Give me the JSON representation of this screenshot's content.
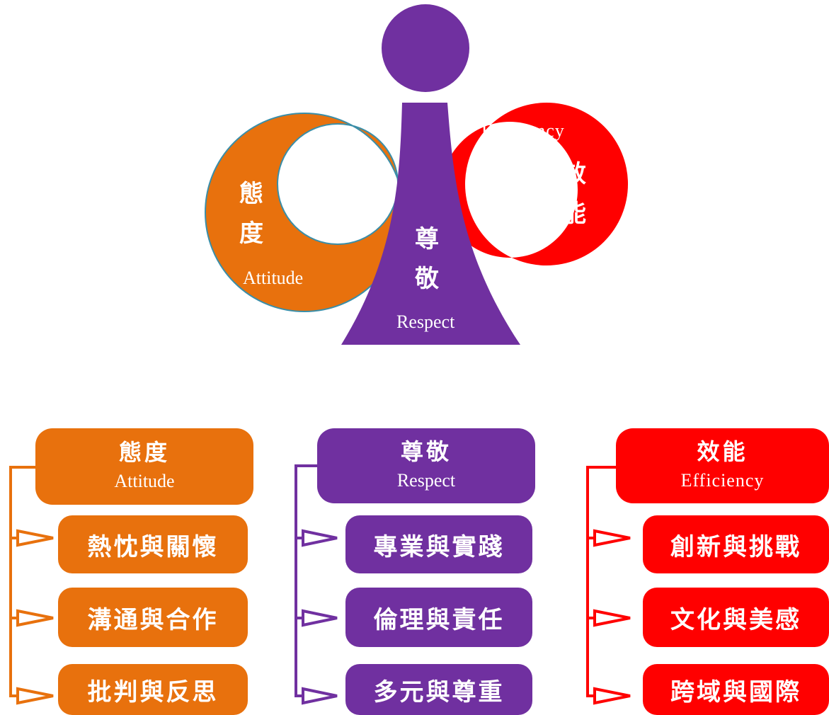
{
  "colors": {
    "attitude": "#e8710d",
    "respect": "#7030a0",
    "efficiency": "#ff0000",
    "outline": "#3a8ea8"
  },
  "logo": {
    "attitude": {
      "zh1": "態",
      "zh2": "度",
      "en": "Attitude"
    },
    "respect": {
      "zh1": "尊",
      "zh2": "敬",
      "en": "Respect"
    },
    "efficiency": {
      "zh1": "效",
      "zh2": "能",
      "en": "Efficiency"
    }
  },
  "columns": [
    {
      "key": "attitude",
      "title": "態度",
      "subtitle": "Attitude",
      "items": [
        "熱忱與關懷",
        "溝通與合作",
        "批判與反思"
      ]
    },
    {
      "key": "respect",
      "title": "尊敬",
      "subtitle": "Respect",
      "items": [
        "專業與實踐",
        "倫理與責任",
        "多元與尊重"
      ]
    },
    {
      "key": "efficiency",
      "title": "效能",
      "subtitle": "Efficiency",
      "items": [
        "創新與挑戰",
        "文化與美感",
        "跨域與國際"
      ]
    }
  ]
}
